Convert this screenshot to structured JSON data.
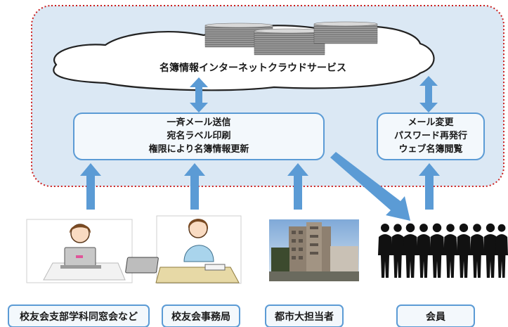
{
  "cloud": {
    "label": "名簿情報インターネットクラウドサービス"
  },
  "admin_box": {
    "lines": [
      "一斉メール送信",
      "宛名ラベル印刷",
      "権限により名簿情報更新"
    ]
  },
  "member_box": {
    "lines": [
      "メール変更",
      "パスワード再発行",
      "ウェブ名簿閲覧"
    ]
  },
  "actors": [
    {
      "label": "校友会支部学科同窓会など",
      "icon": "person-laptop-icon"
    },
    {
      "label": "校友会事務局",
      "icon": "office-worker-icon"
    },
    {
      "label": "都市大担当者",
      "icon": "university-building-icon"
    },
    {
      "label": "会員",
      "icon": "members-silhouettes-icon"
    }
  ],
  "colors": {
    "service_border": "#cc1f1f",
    "service_fill": "#dbe8f4",
    "box_border": "#5b9bd5",
    "arrow": "#5b9bd5"
  }
}
